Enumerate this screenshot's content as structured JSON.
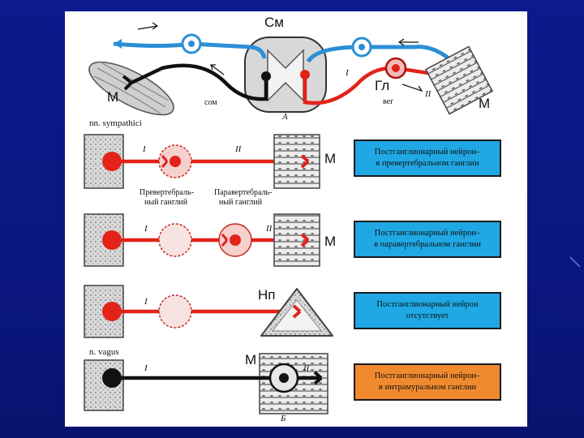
{
  "labels": {
    "top_cm": "См",
    "top_m_left": "М",
    "top_som": "сом",
    "top_a": "А",
    "top_gl": "Гл",
    "top_veg": "вег",
    "top_i": "I",
    "top_ii": "II",
    "top_m_right": "М",
    "sympathici": "nn. sympathici",
    "row1_i": "I",
    "row1_ii": "II",
    "row1_m": "М",
    "prevert": "Превертебраль-",
    "prevert2": "ный ганглий",
    "paravert": "Паравертебраль-",
    "paravert2": "ный ганглий",
    "row2_i": "I",
    "row2_ii": "II",
    "row2_m": "М",
    "row3_i": "I",
    "row3_np": "Нп",
    "vagus": "n. vagus",
    "row4_i": "I",
    "row4_m": "М",
    "row4_ii": "II",
    "bottom_b": "Б"
  },
  "boxes": [
    {
      "line1": "Постганглионарный нейрон–",
      "line2": "в превертебральном ганглии"
    },
    {
      "line1": "Постганглионарный нейрон–",
      "line2": "в паравертебральном ганглии"
    },
    {
      "line1": "Постганглионарный нейрон",
      "line2": "отсутствует"
    },
    {
      "line1": "Постганглионарный нейрон–",
      "line2": "в интрамуральном ганглии"
    }
  ],
  "colors": {
    "background": "#0b1a8c",
    "sympathetic": "#e32219",
    "sensory": "#2b8fd6",
    "somatic": "#111111",
    "box_blue": "#1fa8e4",
    "box_orange": "#f08a2e"
  }
}
